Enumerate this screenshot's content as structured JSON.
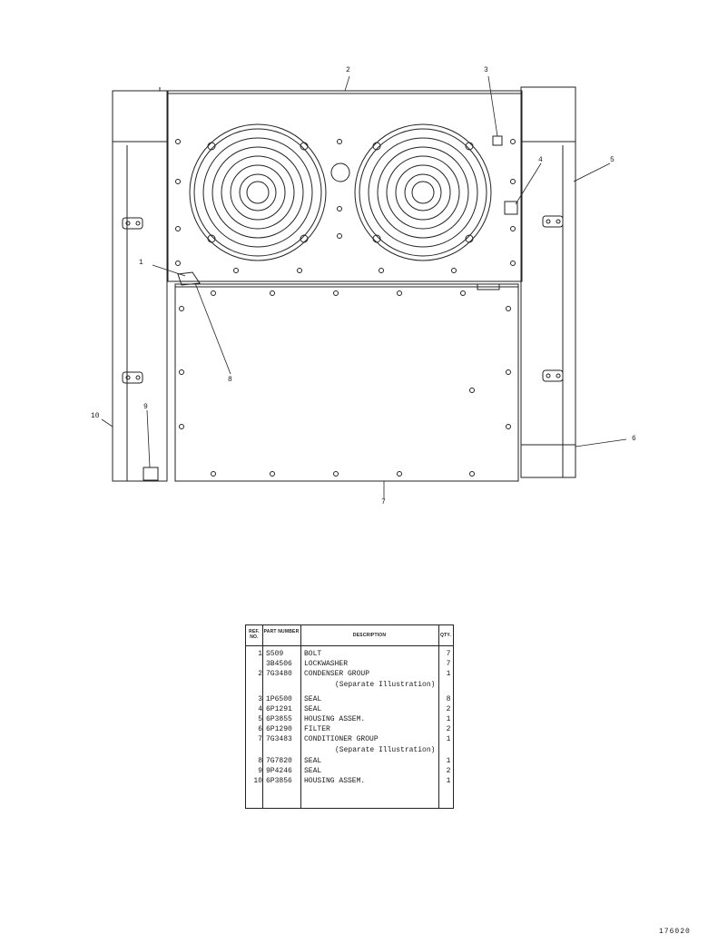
{
  "callouts": [
    "1",
    "2",
    "3",
    "4",
    "5",
    "6",
    "7",
    "8",
    "9",
    "10"
  ],
  "table": {
    "headers": {
      "ref": "REF. NO.",
      "part": "PART NUMBER",
      "description": "DESCRIPTION",
      "qty": "QTY."
    },
    "rows": [
      {
        "ref": "1",
        "part": "S509",
        "desc": "BOLT",
        "qty": "7"
      },
      {
        "ref": "",
        "part": "3B4506",
        "desc": "LOCKWASHER",
        "qty": "7"
      },
      {
        "ref": "2",
        "part": "7G3480",
        "desc": "CONDENSER GROUP",
        "qty": "1"
      },
      {
        "ref": "3",
        "part": "1P6500",
        "desc": "SEAL",
        "qty": "8"
      },
      {
        "ref": "4",
        "part": "6P1291",
        "desc": "SEAL",
        "qty": "2"
      },
      {
        "ref": "5",
        "part": "6P3855",
        "desc": "HOUSING ASSEM.",
        "qty": "1"
      },
      {
        "ref": "6",
        "part": "6P1290",
        "desc": "FILTER",
        "qty": "2"
      },
      {
        "ref": "7",
        "part": "7G3483",
        "desc": "CONDITIONER GROUP",
        "qty": "1"
      },
      {
        "ref": "8",
        "part": "7G7820",
        "desc": "SEAL",
        "qty": "1"
      },
      {
        "ref": "9",
        "part": "9P4246",
        "desc": "SEAL",
        "qty": "2"
      },
      {
        "ref": "10",
        "part": "6P3856",
        "desc": "HOUSING ASSEM.",
        "qty": "1"
      }
    ],
    "note_condenser": "(Separate Illustration)",
    "note_conditioner": "(Separate Illustration)"
  },
  "figure_number": "176020"
}
